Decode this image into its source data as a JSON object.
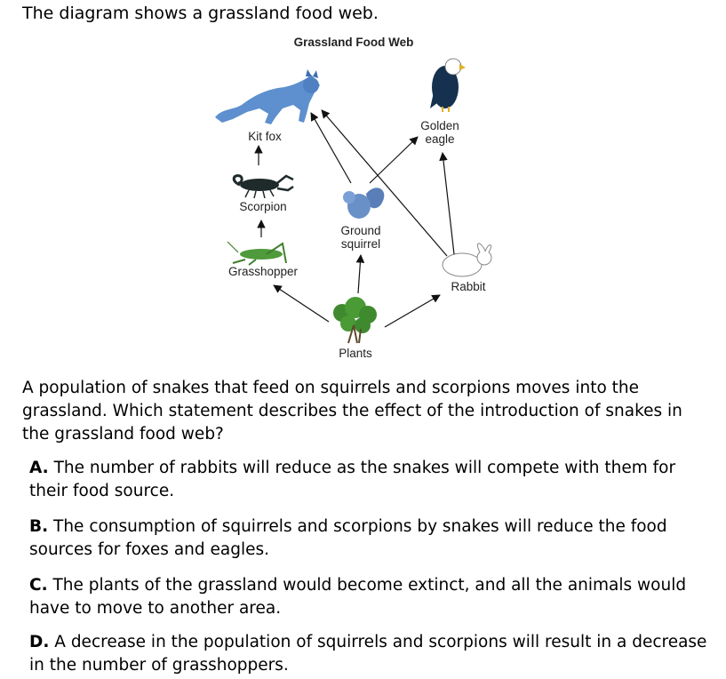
{
  "stem": "The diagram shows a grassland food web.",
  "diagram": {
    "title": "Grassland Food Web",
    "labels": {
      "kit_fox": "Kit fox",
      "golden_eagle_1": "Golden",
      "golden_eagle_2": "eagle",
      "scorpion": "Scorpion",
      "ground_squirrel_1": "Ground",
      "ground_squirrel_2": "squirrel",
      "grasshopper": "Grasshopper",
      "rabbit": "Rabbit",
      "plants": "Plants"
    }
  },
  "question": "A population of snakes that feed on squirrels and scorpions moves into the grassland. Which statement describes the effect of the introduction of snakes in the grassland food web?",
  "options": [
    {
      "letter": "A.",
      "text": "The number of rabbits will reduce as the snakes will compete with them for their food source."
    },
    {
      "letter": "B.",
      "text": "The consumption of squirrels and scorpions by snakes will reduce the food sources for foxes and eagles."
    },
    {
      "letter": "C.",
      "text": "The plants of the grassland would become extinct, and all the animals would have to move to another area."
    },
    {
      "letter": "D.",
      "text": "A decrease in the population of squirrels and scorpions will result in a decrease in the number of grasshoppers."
    }
  ]
}
